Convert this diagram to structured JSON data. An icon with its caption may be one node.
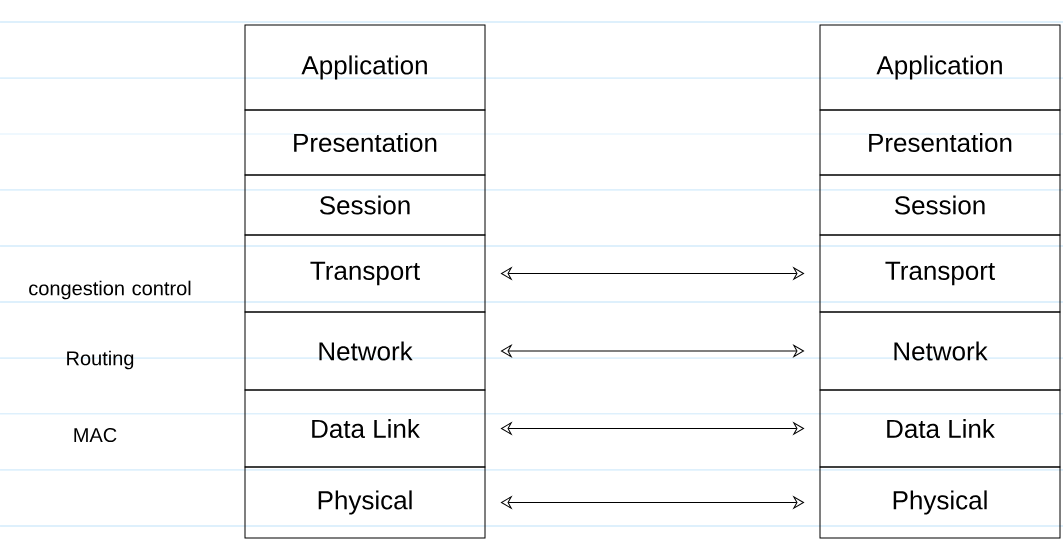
{
  "diagram": {
    "nodes": [
      {
        "text": [
          "Application"
        ]
      },
      {
        "text": [
          "Presentation"
        ]
      },
      {
        "text": [
          "Session"
        ]
      },
      {
        "text": [
          "Transport"
        ]
      },
      {
        "text": [
          "Network"
        ]
      },
      {
        "text": [
          "Data Link"
        ]
      },
      {
        "text": [
          "Physical"
        ]
      },
      {
        "text": [
          "Application"
        ]
      },
      {
        "text": [
          "Presentation"
        ]
      },
      {
        "text": [
          "Session"
        ]
      },
      {
        "text": [
          "Transport"
        ]
      },
      {
        "text": [
          "Network"
        ]
      },
      {
        "text": [
          "Data Link"
        ]
      },
      {
        "text": [
          "Physical"
        ]
      }
    ],
    "edges": [
      {
        "from": 3,
        "to": 10,
        "arrow": "both"
      },
      {
        "from": 4,
        "to": 11,
        "arrow": "both"
      },
      {
        "from": 5,
        "to": 12,
        "arrow": "both"
      },
      {
        "from": 6,
        "to": 13,
        "arrow": "both"
      }
    ],
    "labels": [
      "congestion control",
      "Routing",
      "MAC"
    ]
  }
}
